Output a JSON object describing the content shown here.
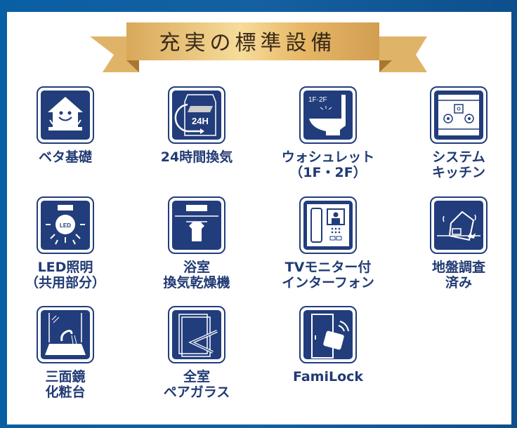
{
  "title": "充実の標準設備",
  "colors": {
    "navy": "#223d7c",
    "gold": "#e2b866",
    "frame": "#0a5fa3"
  },
  "items": [
    {
      "label": "ベタ基礎",
      "icon": "smiling-house-icon"
    },
    {
      "label": "24時間換気",
      "icon": "ventilation-24h-icon",
      "icon_text": "24H"
    },
    {
      "label": "ウォシュレット\n（1F・2F）",
      "icon": "toilet-icon",
      "icon_text": "1F·2F"
    },
    {
      "label": "システム\nキッチン",
      "icon": "stove-icon"
    },
    {
      "label": "LED照明\n（共用部分）",
      "icon": "led-light-icon",
      "icon_text": "LED"
    },
    {
      "label": "浴室\n換気乾燥機",
      "icon": "bathroom-dryer-icon"
    },
    {
      "label": "TVモニター付\nインターフォン",
      "icon": "intercom-icon"
    },
    {
      "label": "地盤調査\n済み",
      "icon": "ground-survey-icon"
    },
    {
      "label": "三面鏡\n化粧台",
      "icon": "vanity-mirror-icon"
    },
    {
      "label": "全室\nペアガラス",
      "icon": "pair-glass-icon"
    },
    {
      "label": "FamiLock",
      "icon": "card-lock-icon"
    }
  ]
}
